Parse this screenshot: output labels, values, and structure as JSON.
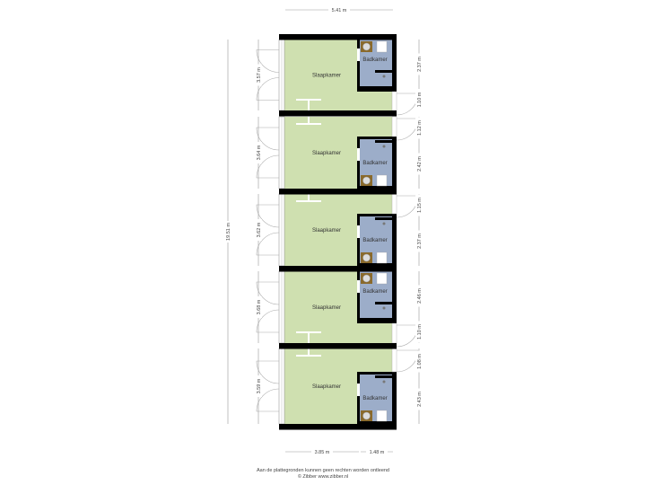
{
  "top_dimension": "5.41 m",
  "bottom_dimensions": [
    "3.85 m",
    "1.48 m"
  ],
  "total_height_dimension": "19.51 m",
  "units": [
    {
      "room": "Slaapkamer",
      "bathroom": "Badkamer",
      "left_dim": "3.57 m",
      "right_dims": [
        "2.37 m",
        "1.10 m"
      ]
    },
    {
      "room": "Slaapkamer",
      "bathroom": "Badkamer",
      "left_dim": "3.64 m",
      "right_dims": [
        "1.12 m",
        "2.42 m"
      ]
    },
    {
      "room": "Slaapkamer",
      "bathroom": "Badkamer",
      "left_dim": "3.62 m",
      "right_dims": [
        "1.15 m",
        "2.37 m"
      ]
    },
    {
      "room": "Slaapkamer",
      "bathroom": "Badkamer",
      "left_dim": "3.68 m",
      "right_dims": [
        "2.46 m",
        "1.10 m"
      ]
    },
    {
      "room": "Slaapkamer",
      "bathroom": "Badkamer",
      "left_dim": "3.59 m",
      "right_dims": [
        "1.08 m",
        "2.43 m"
      ]
    }
  ],
  "footer": {
    "disclaimer": "Aan de plattegronden kunnen geen rechten worden ontleend",
    "copyright": "© Zibber www.zibber.nl"
  },
  "colors": {
    "room": "#cfe0b0",
    "bathroom": "#9cadc9",
    "wall": "#000000",
    "dim_line": "#999999"
  }
}
